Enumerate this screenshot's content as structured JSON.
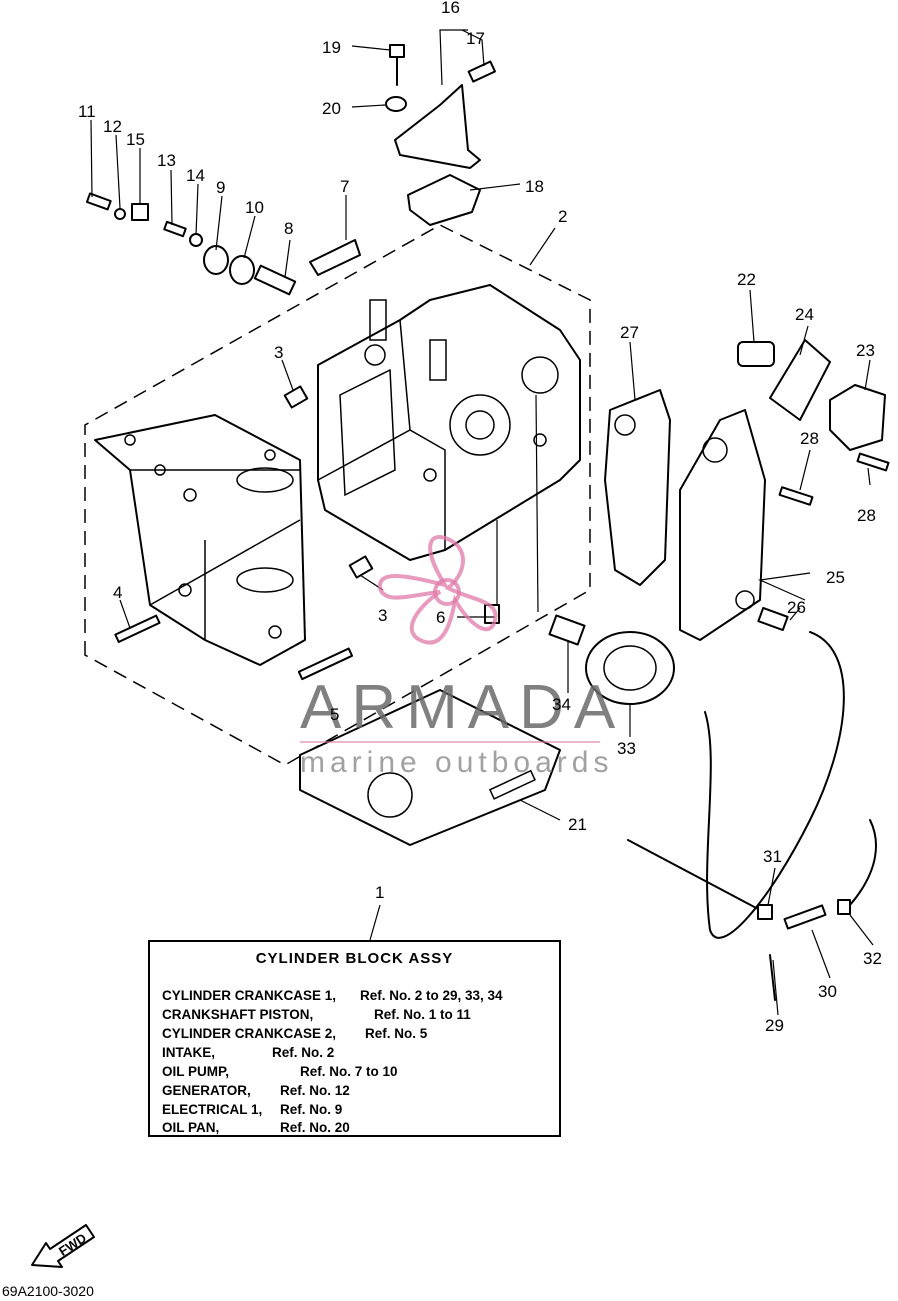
{
  "diagram": {
    "part_numbers": [
      "1",
      "2",
      "3",
      "3",
      "4",
      "5",
      "6",
      "7",
      "8",
      "9",
      "10",
      "11",
      "12",
      "13",
      "14",
      "15",
      "16",
      "17",
      "18",
      "19",
      "20",
      "21",
      "22",
      "23",
      "24",
      "25",
      "26",
      "27",
      "28",
      "28",
      "29",
      "30",
      "31",
      "32",
      "33",
      "34"
    ],
    "watermark": {
      "brand": "ARMADA",
      "tagline": "marine outboards"
    },
    "fwd_label": "FWD",
    "drawing_code": "69A2100-3020"
  },
  "legend": {
    "title": "CYLINDER BLOCK ASSY",
    "rows": [
      {
        "name": "CYLINDER CRANKCASE 1,",
        "ref": "Ref. No. 2 to 29, 33, 34"
      },
      {
        "name": "CRANKSHAFT PISTON,",
        "ref": "Ref. No. 1 to 11"
      },
      {
        "name": "CYLINDER CRANKCASE 2,",
        "ref": "Ref. No. 5"
      },
      {
        "name": "INTAKE,",
        "ref": "Ref. No. 2"
      },
      {
        "name": "OIL PUMP,",
        "ref": "Ref. No. 7 to 10"
      },
      {
        "name": "GENERATOR,",
        "ref": "Ref. No. 12"
      },
      {
        "name": "ELECTRICAL 1,",
        "ref": "Ref. No. 9"
      },
      {
        "name": "OIL PAN,",
        "ref": "Ref. No. 20"
      }
    ]
  }
}
